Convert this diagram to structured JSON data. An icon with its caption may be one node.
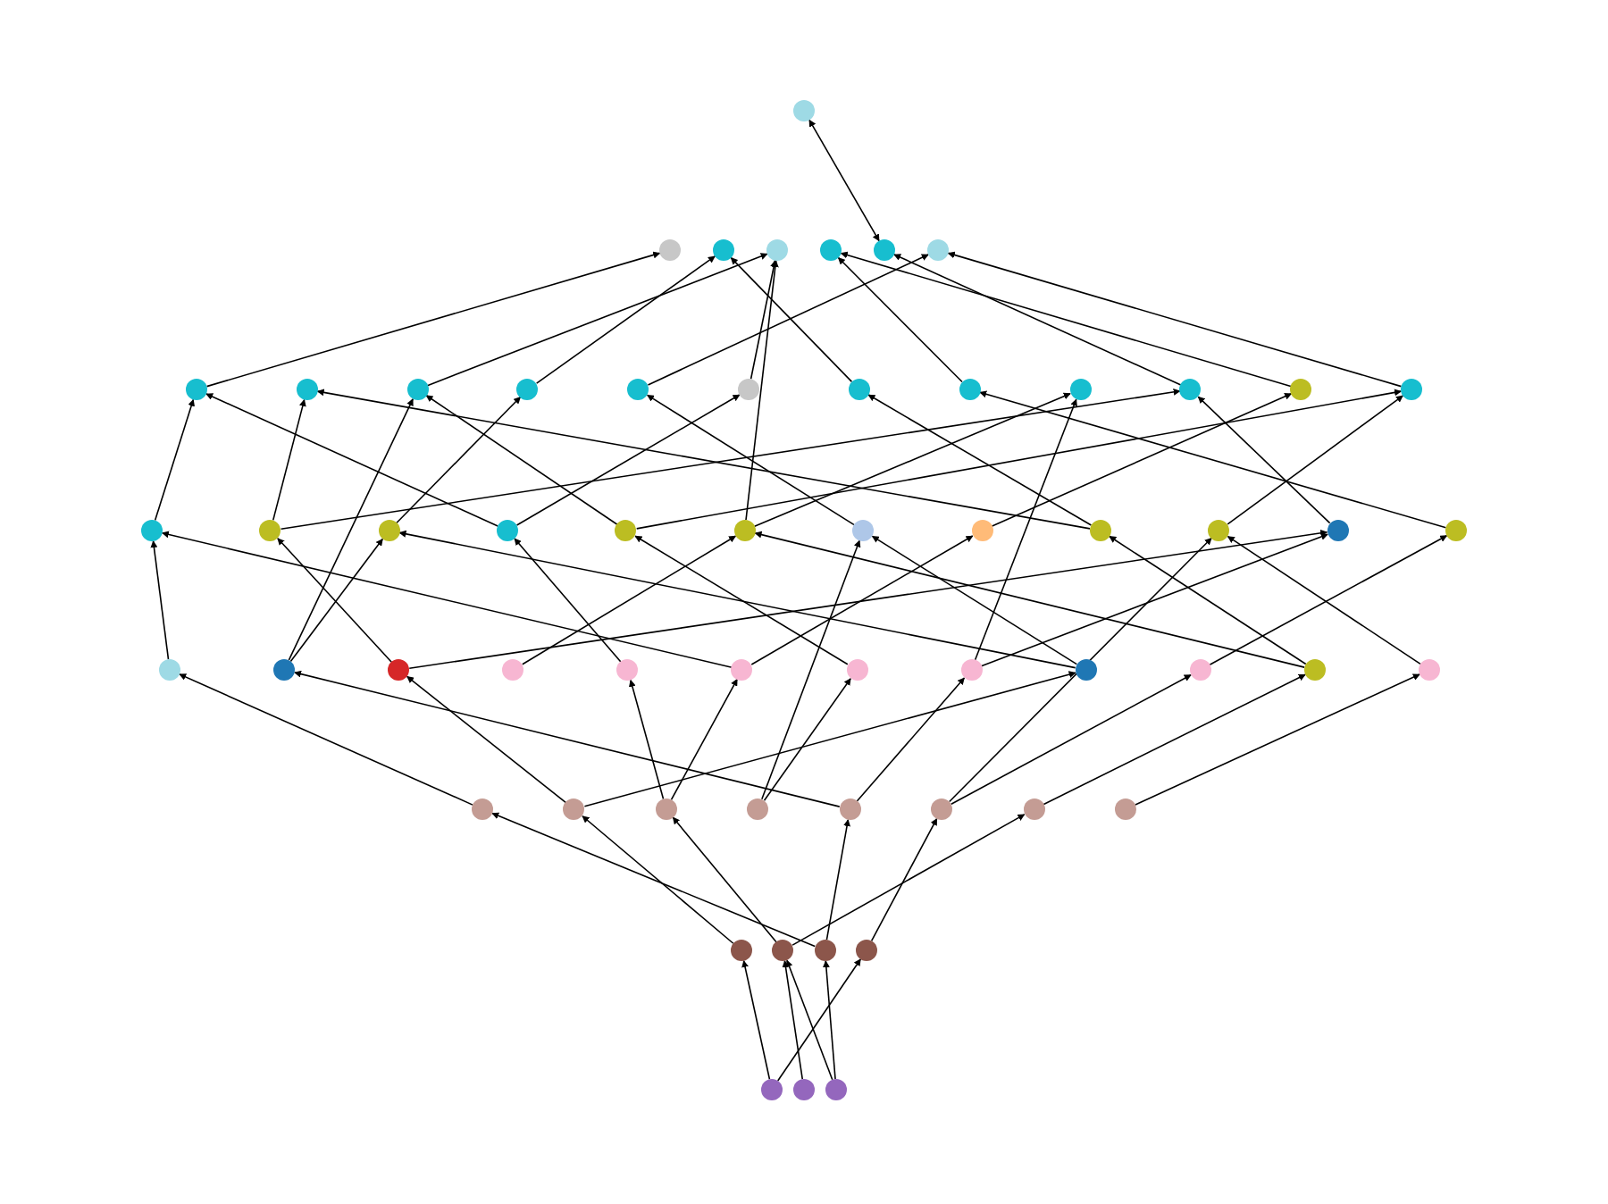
{
  "diagram": {
    "nodes": [
      {
        "text": [],
        "shape": "circle"
      },
      {
        "text": [],
        "shape": "circle"
      },
      {
        "text": [],
        "shape": "circle"
      },
      {
        "text": [],
        "shape": "circle"
      },
      {
        "text": [],
        "shape": "circle"
      },
      {
        "text": [],
        "shape": "circle"
      },
      {
        "text": [],
        "shape": "circle"
      },
      {
        "text": [],
        "shape": "circle"
      },
      {
        "text": [],
        "shape": "circle"
      },
      {
        "text": [],
        "shape": "circle"
      },
      {
        "text": [],
        "shape": "circle"
      },
      {
        "text": [],
        "shape": "circle"
      },
      {
        "text": [],
        "shape": "circle"
      },
      {
        "text": [],
        "shape": "circle"
      },
      {
        "text": [],
        "shape": "circle"
      },
      {
        "text": [],
        "shape": "circle"
      },
      {
        "text": [],
        "shape": "circle"
      },
      {
        "text": [],
        "shape": "circle"
      },
      {
        "text": [],
        "shape": "circle"
      },
      {
        "text": [],
        "shape": "circle"
      },
      {
        "text": [],
        "shape": "circle"
      },
      {
        "text": [],
        "shape": "circle"
      },
      {
        "text": [],
        "shape": "circle"
      },
      {
        "text": [],
        "shape": "circle"
      },
      {
        "text": [],
        "shape": "circle"
      },
      {
        "text": [],
        "shape": "circle"
      },
      {
        "text": [],
        "shape": "circle"
      },
      {
        "text": [],
        "shape": "circle"
      },
      {
        "text": [],
        "shape": "circle"
      },
      {
        "text": [],
        "shape": "circle"
      },
      {
        "text": [],
        "shape": "circle"
      },
      {
        "text": [],
        "shape": "circle"
      },
      {
        "text": [],
        "shape": "circle"
      },
      {
        "text": [],
        "shape": "circle"
      },
      {
        "text": [],
        "shape": "circle"
      },
      {
        "text": [],
        "shape": "circle"
      },
      {
        "text": [],
        "shape": "circle"
      },
      {
        "text": [],
        "shape": "circle"
      },
      {
        "text": [],
        "shape": "circle"
      },
      {
        "text": [],
        "shape": "circle"
      },
      {
        "text": [],
        "shape": "circle"
      },
      {
        "text": [],
        "shape": "circle"
      },
      {
        "text": [],
        "shape": "circle"
      },
      {
        "text": [],
        "shape": "circle"
      },
      {
        "text": [],
        "shape": "circle"
      },
      {
        "text": [],
        "shape": "circle"
      },
      {
        "text": [],
        "shape": "circle"
      },
      {
        "text": [],
        "shape": "circle"
      },
      {
        "text": [],
        "shape": "circle"
      },
      {
        "text": [],
        "shape": "circle"
      },
      {
        "text": [],
        "shape": "circle"
      },
      {
        "text": [],
        "shape": "circle"
      },
      {
        "text": [],
        "shape": "circle"
      },
      {
        "text": [],
        "shape": "circle"
      },
      {
        "text": [],
        "shape": "circle"
      },
      {
        "text": [],
        "shape": "circle"
      },
      {
        "text": [],
        "shape": "circle"
      },
      {
        "text": [],
        "shape": "circle"
      }
    ],
    "edges": [
      {
        "from": 5,
        "to": 0,
        "arrow": "both"
      },
      {
        "from": 7,
        "to": 1,
        "arrow": "to"
      },
      {
        "from": 10,
        "to": 2,
        "arrow": "to"
      },
      {
        "from": 12,
        "to": 3,
        "arrow": "to"
      },
      {
        "from": 14,
        "to": 4,
        "arrow": "to"
      },
      {
        "from": 16,
        "to": 5,
        "arrow": "to"
      },
      {
        "from": 18,
        "to": 6,
        "arrow": "to"
      },
      {
        "from": 9,
        "to": 3,
        "arrow": "to"
      },
      {
        "from": 13,
        "to": 2,
        "arrow": "to"
      },
      {
        "from": 17,
        "to": 4,
        "arrow": "to"
      },
      {
        "from": 11,
        "to": 6,
        "arrow": "to"
      },
      {
        "from": 19,
        "to": 7,
        "arrow": "to"
      },
      {
        "from": 20,
        "to": 8,
        "arrow": "to"
      },
      {
        "from": 21,
        "to": 10,
        "arrow": "to"
      },
      {
        "from": 22,
        "to": 12,
        "arrow": "to"
      },
      {
        "from": 23,
        "to": 9,
        "arrow": "to"
      },
      {
        "from": 24,
        "to": 15,
        "arrow": "to"
      },
      {
        "from": 25,
        "to": 11,
        "arrow": "to"
      },
      {
        "from": 26,
        "to": 17,
        "arrow": "to"
      },
      {
        "from": 27,
        "to": 13,
        "arrow": "to"
      },
      {
        "from": 28,
        "to": 18,
        "arrow": "to"
      },
      {
        "from": 29,
        "to": 16,
        "arrow": "to"
      },
      {
        "from": 30,
        "to": 14,
        "arrow": "to"
      },
      {
        "from": 20,
        "to": 16,
        "arrow": "to"
      },
      {
        "from": 23,
        "to": 18,
        "arrow": "to"
      },
      {
        "from": 27,
        "to": 8,
        "arrow": "to"
      },
      {
        "from": 22,
        "to": 7,
        "arrow": "to"
      },
      {
        "from": 24,
        "to": 3,
        "arrow": "to"
      },
      {
        "from": 31,
        "to": 19,
        "arrow": "to"
      },
      {
        "from": 32,
        "to": 21,
        "arrow": "to"
      },
      {
        "from": 33,
        "to": 20,
        "arrow": "to"
      },
      {
        "from": 34,
        "to": 24,
        "arrow": "to"
      },
      {
        "from": 35,
        "to": 22,
        "arrow": "to"
      },
      {
        "from": 36,
        "to": 26,
        "arrow": "to"
      },
      {
        "from": 37,
        "to": 23,
        "arrow": "to"
      },
      {
        "from": 38,
        "to": 29,
        "arrow": "to"
      },
      {
        "from": 39,
        "to": 25,
        "arrow": "to"
      },
      {
        "from": 40,
        "to": 30,
        "arrow": "to"
      },
      {
        "from": 41,
        "to": 27,
        "arrow": "to"
      },
      {
        "from": 42,
        "to": 28,
        "arrow": "to"
      },
      {
        "from": 33,
        "to": 29,
        "arrow": "to"
      },
      {
        "from": 36,
        "to": 19,
        "arrow": "to"
      },
      {
        "from": 39,
        "to": 21,
        "arrow": "to"
      },
      {
        "from": 41,
        "to": 24,
        "arrow": "to"
      },
      {
        "from": 32,
        "to": 9,
        "arrow": "to"
      },
      {
        "from": 38,
        "to": 15,
        "arrow": "to"
      },
      {
        "from": 43,
        "to": 31,
        "arrow": "to"
      },
      {
        "from": 44,
        "to": 33,
        "arrow": "to"
      },
      {
        "from": 45,
        "to": 35,
        "arrow": "to"
      },
      {
        "from": 46,
        "to": 37,
        "arrow": "to"
      },
      {
        "from": 47,
        "to": 38,
        "arrow": "to"
      },
      {
        "from": 48,
        "to": 40,
        "arrow": "to"
      },
      {
        "from": 49,
        "to": 41,
        "arrow": "to"
      },
      {
        "from": 50,
        "to": 42,
        "arrow": "to"
      },
      {
        "from": 44,
        "to": 39,
        "arrow": "to"
      },
      {
        "from": 47,
        "to": 32,
        "arrow": "to"
      },
      {
        "from": 45,
        "to": 36,
        "arrow": "to"
      },
      {
        "from": 46,
        "to": 25,
        "arrow": "to"
      },
      {
        "from": 48,
        "to": 28,
        "arrow": "to"
      },
      {
        "from": 51,
        "to": 44,
        "arrow": "to"
      },
      {
        "from": 52,
        "to": 45,
        "arrow": "to"
      },
      {
        "from": 53,
        "to": 47,
        "arrow": "to"
      },
      {
        "from": 54,
        "to": 48,
        "arrow": "to"
      },
      {
        "from": 52,
        "to": 49,
        "arrow": "to"
      },
      {
        "from": 53,
        "to": 43,
        "arrow": "to"
      },
      {
        "from": 55,
        "to": 51,
        "arrow": "to"
      },
      {
        "from": 56,
        "to": 52,
        "arrow": "to"
      },
      {
        "from": 57,
        "to": 53,
        "arrow": "to"
      },
      {
        "from": 55,
        "to": 54,
        "arrow": "to"
      },
      {
        "from": 57,
        "to": 52,
        "arrow": "to"
      }
    ]
  }
}
